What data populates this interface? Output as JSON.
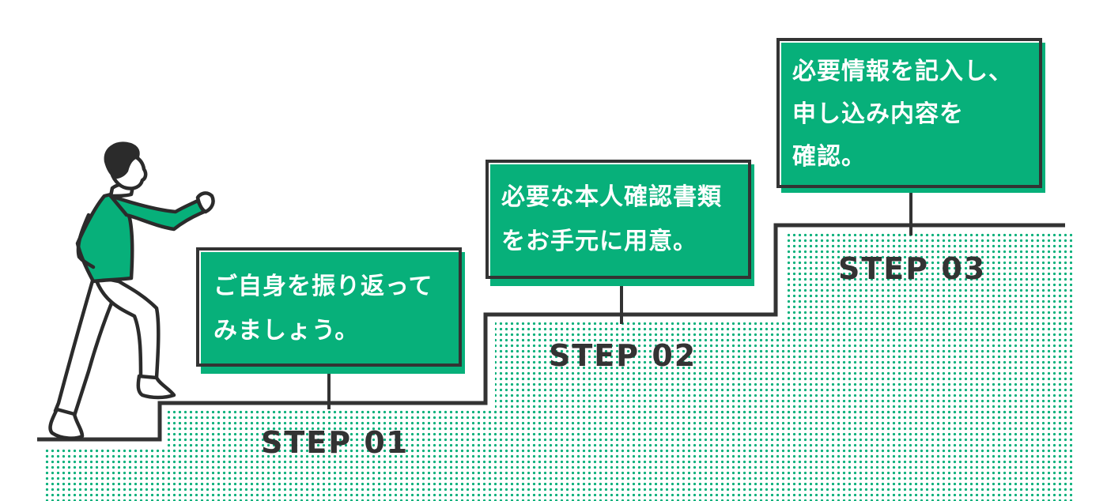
{
  "colors": {
    "accent": "#07b07a",
    "line": "#333333",
    "skin": "#ffffff",
    "hair": "#333333"
  },
  "steps": [
    {
      "label": "STEP 01",
      "text": "ご自身を振り返って\nみましょう。"
    },
    {
      "label": "STEP 02",
      "text": "必要な本人確認書類\nをお手元に用意。"
    },
    {
      "label": "STEP 03",
      "text": "必要情報を記入し、\n申し込み内容を\n確認。"
    }
  ],
  "illustration": {
    "figure": "person-climbing-stairs"
  }
}
